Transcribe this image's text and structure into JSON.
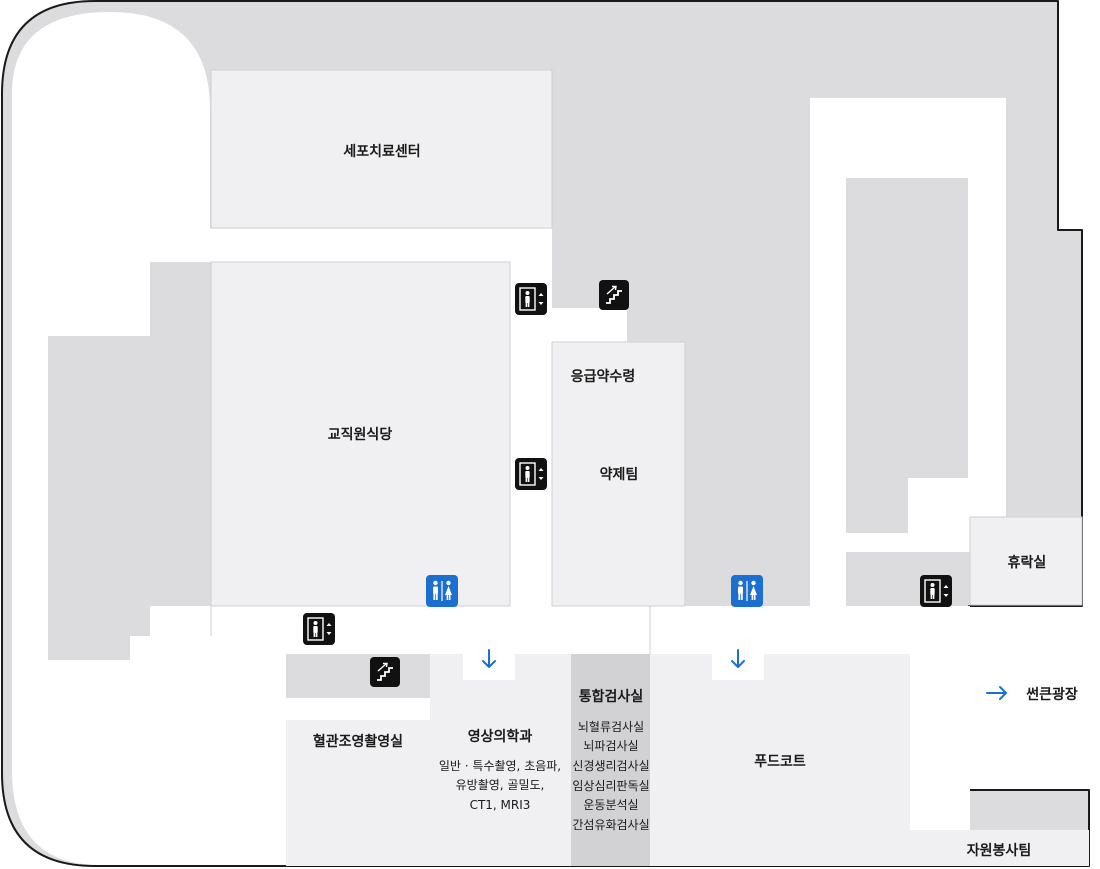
{
  "map": {
    "rooms": {
      "stem_cell_center": "세포치료센터",
      "faculty_cafeteria": "교직원식당",
      "emergency_pickup": "응급약수령",
      "pharmacy_team": "약제팀",
      "lounge": "휴락실",
      "angiography": "혈관조영촬영실",
      "radiology": "영상의학과",
      "integrated_lab": "통합검사실",
      "food_court": "푸드코트",
      "volunteer_team": "자원봉사팀"
    },
    "radiology_details": [
      "일반 · 특수촬영, 초음파,",
      "유방촬영, 골밀도,",
      "CT1, MRI3"
    ],
    "integrated_lab_details": [
      "뇌혈류검사실",
      "뇌파검사실",
      "신경생리검사실",
      "임상심리판독실",
      "운동분석실",
      "간섬유화검사실"
    ],
    "exit": {
      "label": "썬큰광장"
    },
    "icons": [
      "elevator-icon",
      "stairs-icon",
      "restroom-icon",
      "arrow-down-icon",
      "arrow-right-icon"
    ],
    "colors": {
      "corridor_gray": "#dcdcde",
      "room_light": "#f0f0f2",
      "integrated_lab": "#d2d2d4",
      "icon_black": "#111111",
      "restroom_blue": "#1a6fd1",
      "outline": "#1a1a1a"
    }
  }
}
